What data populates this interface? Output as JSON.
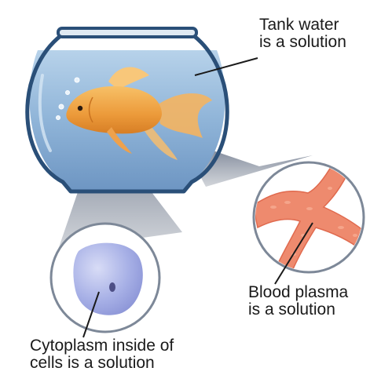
{
  "labels": {
    "tank_water": {
      "line1": "Tank water",
      "line2": "is a solution"
    },
    "blood_plasma": {
      "line1": "Blood plasma",
      "line2": "is a solution"
    },
    "cytoplasm": {
      "line1": "Cytoplasm inside of",
      "line2": "cells is a solution"
    }
  },
  "colors": {
    "water": "#8fb6d8",
    "glass_outline": "#2a4f78",
    "fish": "#f0a040",
    "cone_shadow": "#7d8898",
    "cell": "#a9b4e8",
    "blood_vessel": "#ee8a6e"
  }
}
